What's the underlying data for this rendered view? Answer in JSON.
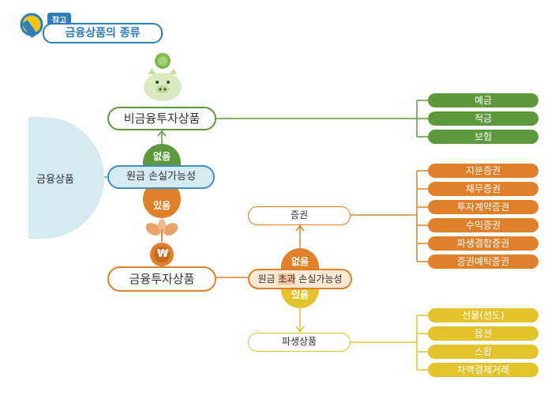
{
  "badge": {
    "tag": "참고",
    "title": "금융상품의 종류"
  },
  "root": "금융상품",
  "criterion": {
    "label": "원금 손실가능성",
    "no": "없음",
    "yes": "있음"
  },
  "non_investment": {
    "title": "비금융투자상품",
    "items": [
      "예금",
      "적금",
      "보험"
    ]
  },
  "investment": {
    "title": "금융투자상품",
    "won": "₩",
    "criterion": {
      "label_before": "원금 ",
      "highlight": "초과",
      "label_after": " 손실가능성",
      "no": "없음",
      "yes": "있음"
    },
    "securities": {
      "title": "증권",
      "items": [
        "지분증권",
        "채무증권",
        "투자계약증권",
        "수익증권",
        "파생결합증권",
        "증권예탁증권"
      ]
    },
    "derivatives": {
      "title": "파생상품",
      "items": [
        "선물(선도)",
        "옵션",
        "스왑",
        "차액결제거래"
      ]
    }
  },
  "colors": {
    "green": "#5d9a3c",
    "orange": "#e0802a",
    "yellow": "#e4c22c",
    "blue": "#2e7dbd",
    "light_blue": "#d6eaf2"
  }
}
